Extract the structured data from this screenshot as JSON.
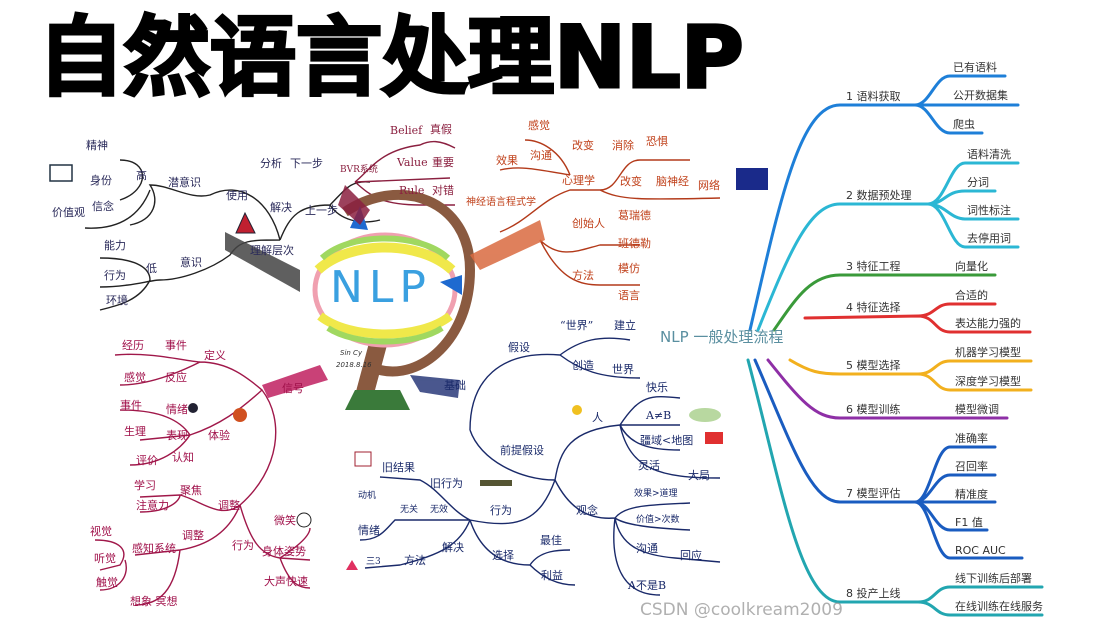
{
  "title": "自然语言处理NLP",
  "process_map": {
    "root": "NLP 一般处理流程",
    "branches": [
      {
        "label": "1  语料获取",
        "color": "#1e7fd8",
        "children": [
          "已有语料",
          "公开数据集",
          "爬虫"
        ]
      },
      {
        "label": "2  数据预处理",
        "color": "#2bb7d4",
        "children": [
          "语料清洗",
          "分词",
          "词性标注",
          "去停用词"
        ]
      },
      {
        "label": "3  特征工程",
        "color": "#3a9a3a",
        "children": [
          "向量化"
        ]
      },
      {
        "label": "4  特征选择",
        "color": "#e03030",
        "children": [
          "合适的",
          "表达能力强的"
        ]
      },
      {
        "label": "5  模型选择",
        "color": "#f2b01e",
        "children": [
          "机器学习模型",
          "深度学习模型"
        ]
      },
      {
        "label": "6  模型训练",
        "color": "#8e2fa6",
        "children": [
          "模型微调"
        ]
      },
      {
        "label": "7  模型评估",
        "color": "#1a5cc0",
        "children": [
          "准确率",
          "召回率",
          "精准度",
          "F1 值",
          "ROC   AUC"
        ]
      },
      {
        "label": "8  投产上线",
        "color": "#22a6b0",
        "children": [
          "线下训练后部署",
          "在线训练在线服务"
        ]
      }
    ]
  },
  "center": {
    "logo": "NLP",
    "signature": "Sin Cy",
    "date": "2018.8.16"
  },
  "levels": {
    "labels": [
      "精神",
      "身份",
      "信念",
      "价值观",
      "高",
      "潜意识",
      "能力",
      "行为",
      "环境",
      "低",
      "意识",
      "使用",
      "分析",
      "下一步",
      "解决",
      "上一步",
      "理解层次"
    ]
  },
  "bvr": {
    "labels": [
      "BVR系统",
      "Belief",
      "真假",
      "Value",
      "重要",
      "Rule",
      "对错"
    ]
  },
  "nlp_def": {
    "labels": [
      "感觉",
      "效果",
      "沟通",
      "改变",
      "消除",
      "恐惧",
      "心理学",
      "改变",
      "脑神经",
      "网络",
      "神经语言程式学",
      "创始人",
      "葛瑞德",
      "班德勒",
      "方法",
      "模仿",
      "语言"
    ]
  },
  "emotion": {
    "labels": [
      "经历",
      "事件",
      "感觉",
      "反应",
      "定义",
      "事件",
      "情绪",
      "生理",
      "表现",
      "体验",
      "评价",
      "认知",
      "信号",
      "学习",
      "注意力",
      "聚焦",
      "调整",
      "视觉",
      "听觉",
      "触觉",
      "感知系统",
      "调整",
      "想象  冥想",
      "行为",
      "微笑",
      "身体姿势",
      "大声快速"
    ]
  },
  "presupposition": {
    "labels": [
      "假设",
      "“世界”",
      "建立",
      "创造",
      "世界",
      "基础",
      "人",
      "快乐",
      "A≠B",
      "疆域<地图",
      "灵活",
      "大局",
      "前提假设",
      "旧结果",
      "旧行为",
      "行为",
      "动机",
      "无关",
      "无效",
      "情绪",
      "解决",
      "方法",
      "三3",
      "选择",
      "最佳",
      "利益",
      "观念",
      "效果>道理",
      "价值>次数",
      "沟通",
      "回应",
      "A不是B"
    ]
  },
  "watermark": "CSDN @coolkream2009"
}
